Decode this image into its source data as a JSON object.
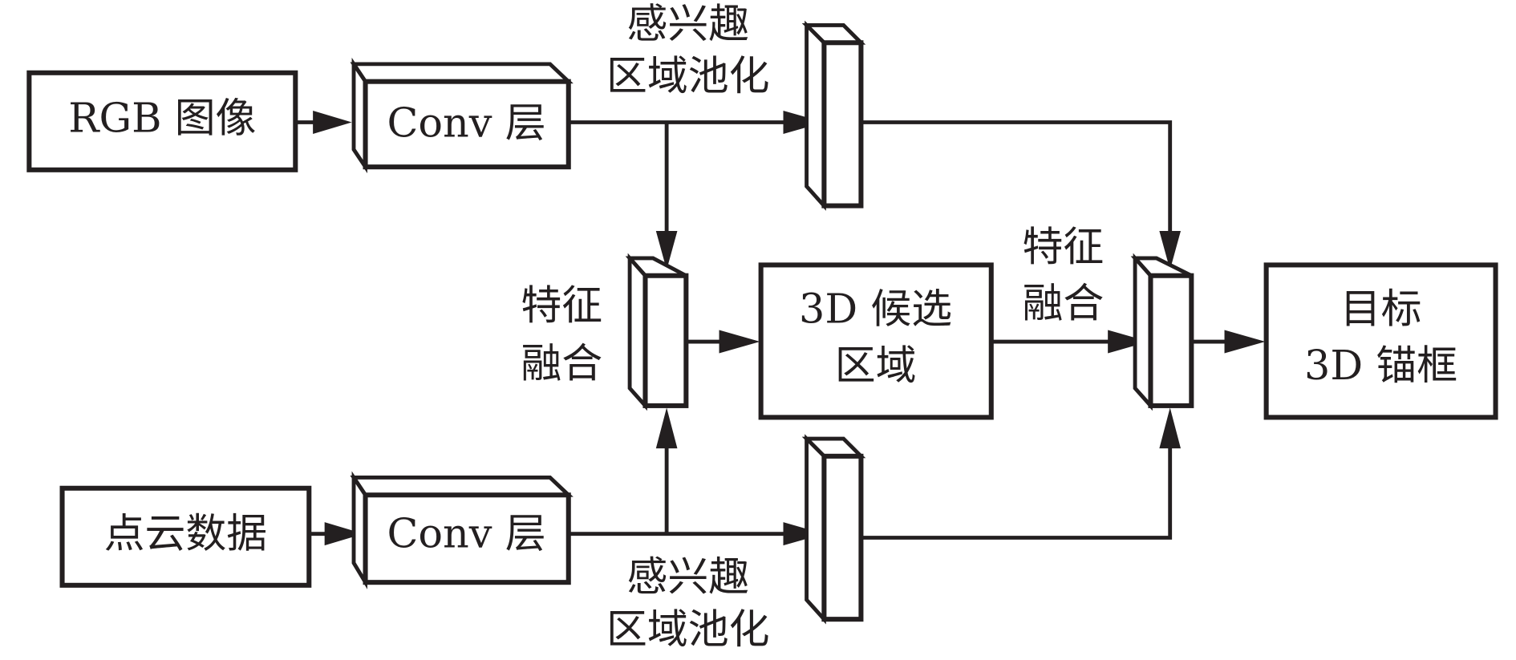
{
  "diagram": {
    "nodes": {
      "rgb_image": "RGB 图像",
      "conv_top": "Conv 层",
      "point_cloud": "点云数据",
      "conv_bottom": "Conv 层",
      "proposal_line1": "3D 候选",
      "proposal_line2": "区域",
      "target_line1": "目标",
      "target_line2": "3D 锚框"
    },
    "labels": {
      "roi_top_line1": "感兴趣",
      "roi_top_line2": "区域池化",
      "roi_bottom_line1": "感兴趣",
      "roi_bottom_line2": "区域池化",
      "fusion_left_line1": "特征",
      "fusion_left_line2": "融合",
      "fusion_right_line1": "特征",
      "fusion_right_line2": "融合"
    },
    "colors": {
      "stroke": "#231f20",
      "background": "#ffffff"
    }
  }
}
